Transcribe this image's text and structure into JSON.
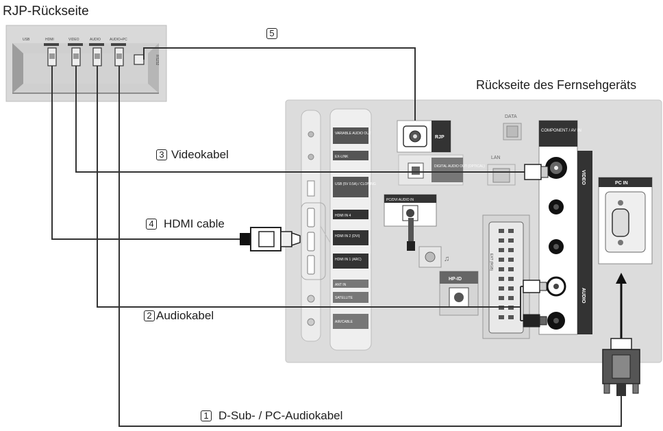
{
  "rjp": {
    "title": "RJP-Rückseite",
    "ports": [
      "USB",
      "HDMI",
      "VIDEO",
      "AUDIO",
      "AUDIO+PC"
    ],
    "rs232": "RS232"
  },
  "tv": {
    "title": "Rückseite des Fernsehgeräts",
    "labels": {
      "data": "DATA",
      "component": "COMPONENT / AV IN",
      "pc_in": "PC IN",
      "rjp": "RJP",
      "digital_audio": "DIGITAL AUDIO OUT (OPTICAL)",
      "lan": "LAN",
      "pc_dvi_audio": "PC/DVI AUDIO IN",
      "hp_id": "HP-ID",
      "video_side": "VIDEO",
      "audio_side": "AUDIO",
      "scart": "EXT (RGB)",
      "side_column": [
        "VARIABLE AUDIO OUT",
        "EX-LINK",
        "USB (5V 0.5A) / CLONING",
        "HDMI IN 4",
        "HDMI IN 2 (DVI)",
        "HDMI IN 1 (ARC)",
        "ANT IN",
        "SATELLITE",
        "AIR/CABLE"
      ]
    }
  },
  "cables": [
    {
      "number": "1",
      "label": "D-Sub- / PC-Audiokabel"
    },
    {
      "number": "2",
      "label": "Audiokabel"
    },
    {
      "number": "3",
      "label": "Videokabel"
    },
    {
      "number": "4",
      "label": "HDMI cable"
    },
    {
      "number": "5",
      "label": ""
    }
  ]
}
